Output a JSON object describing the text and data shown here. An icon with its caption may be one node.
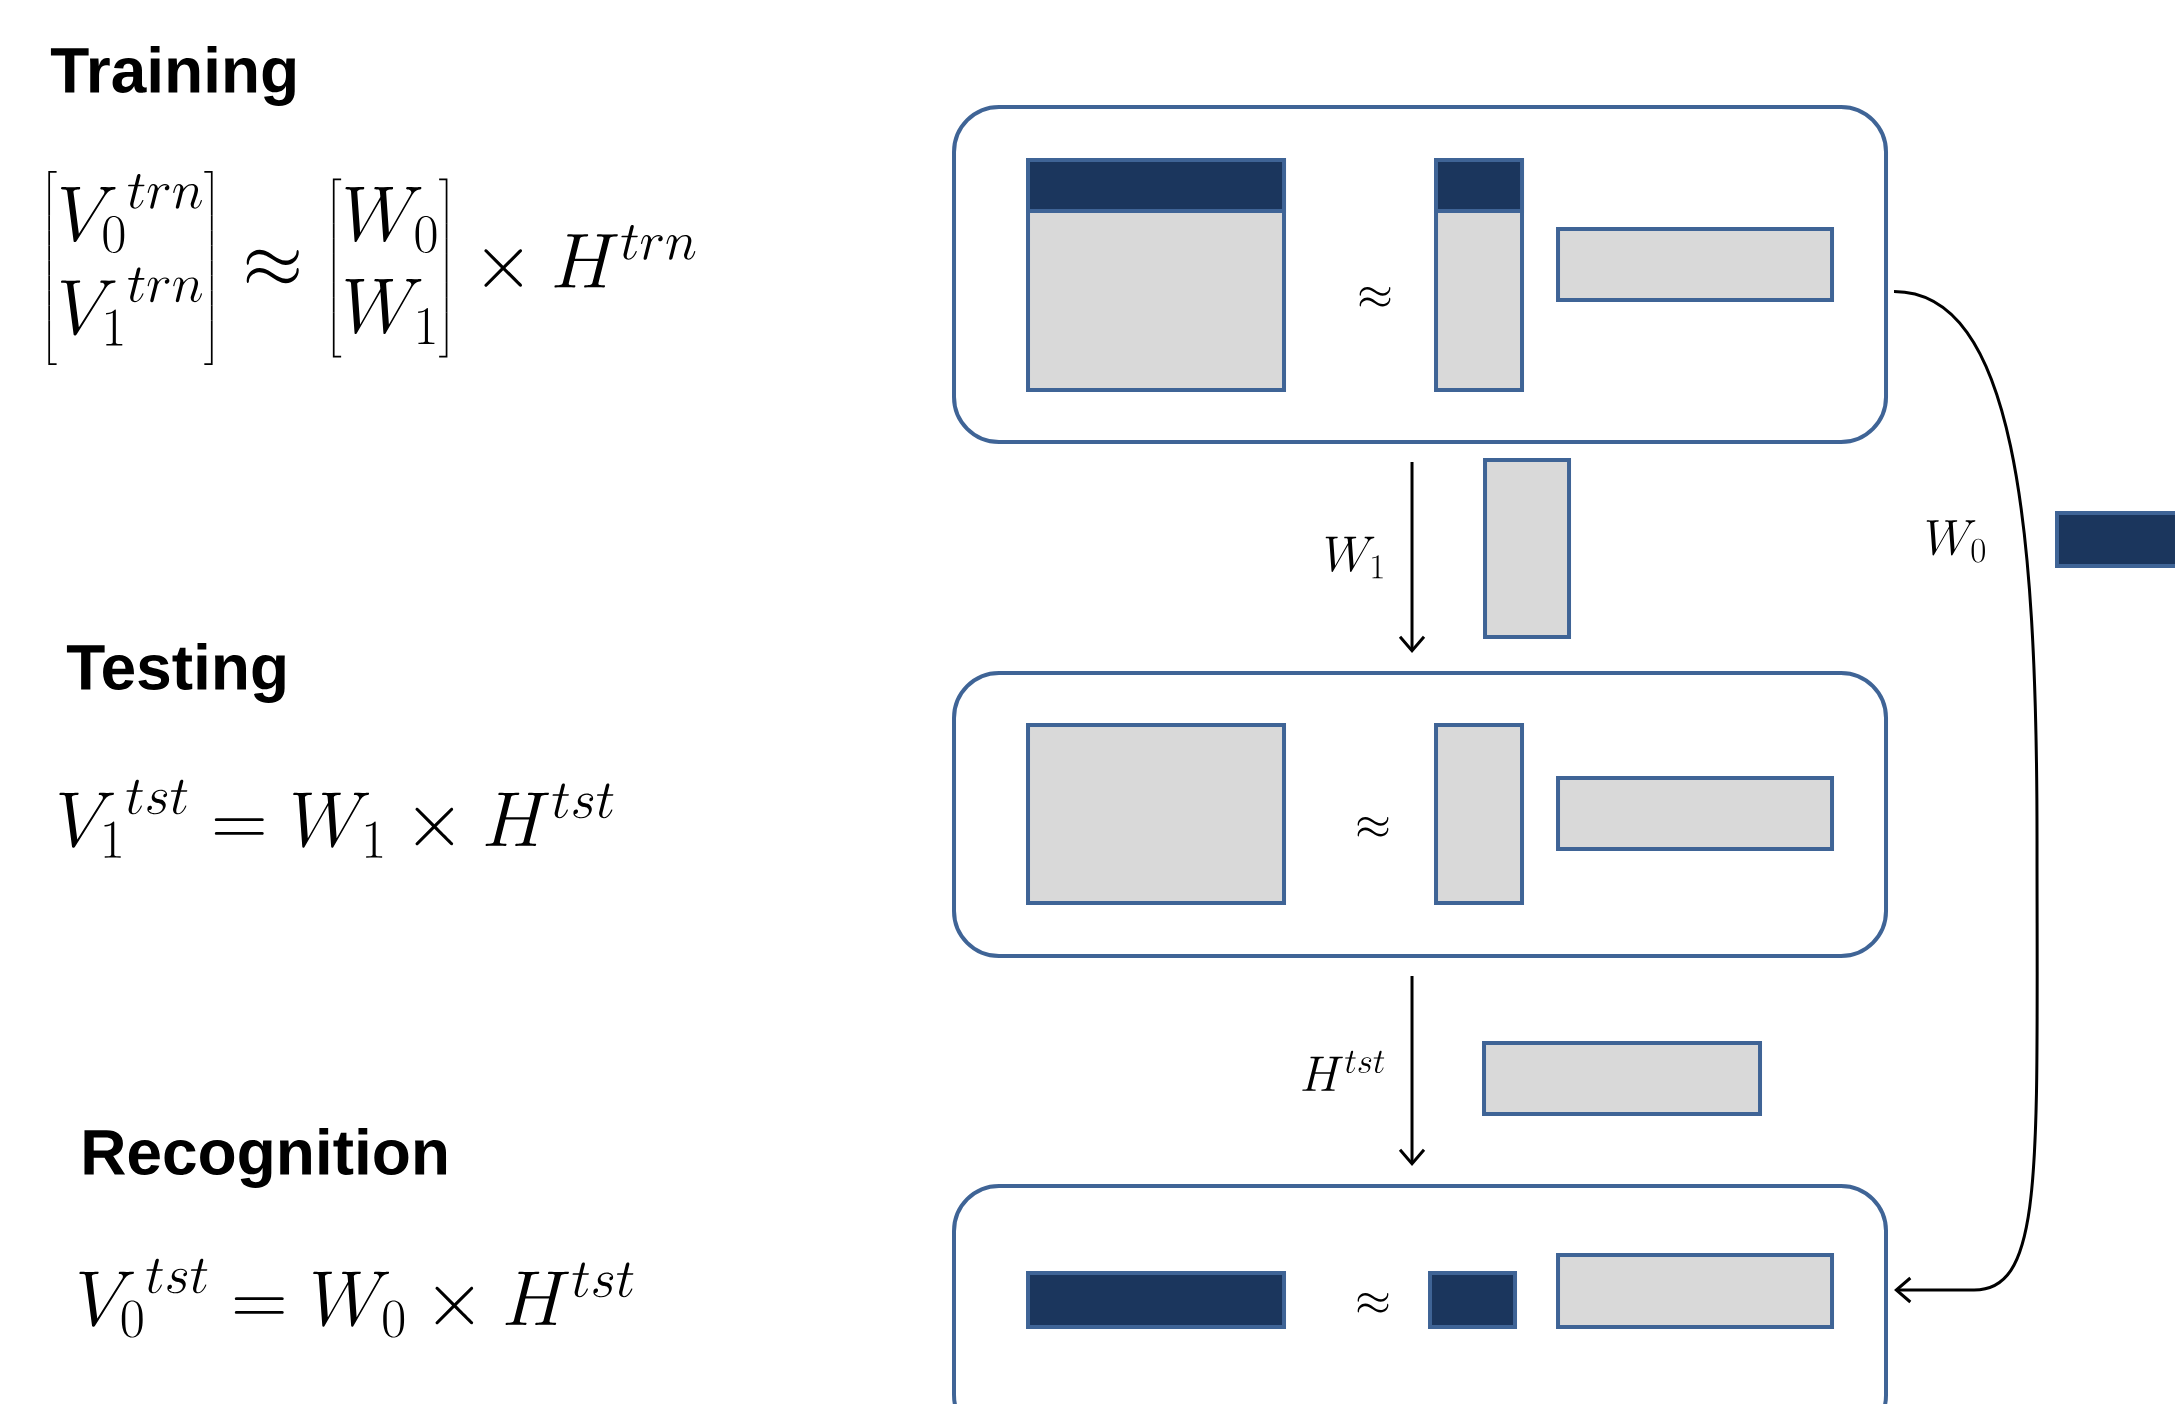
{
  "diagram": {
    "nodes": [
      {
        "text": [],
        "shape": "box"
      },
      {
        "text": [],
        "shape": "box"
      },
      {
        "text": [],
        "shape": "box"
      }
    ],
    "edges": [
      {
        "from": 0,
        "to": 1,
        "arrow": "to",
        "label": "W_1"
      },
      {
        "from": 1,
        "to": 2,
        "arrow": "to",
        "label": "H^{tst}"
      },
      {
        "from": 0,
        "to": 2,
        "arrow": "to",
        "label": "W_0"
      }
    ],
    "labels": [
      "Training",
      "\\begin{bmatrix}{V_0}^{trn}\\\\{V_1}^{trn}\\end{bmatrix}\\approx\\begin{bmatrix}W_0\\\\W_1\\end{bmatrix}\\times H^{trn}",
      "\\approx",
      "Testing",
      "{V_1}^{tst}=W_1\\times H^{tst}",
      "\\approx",
      "Recognition",
      "{V_0}^{tst}=W_0\\times H^{tst}",
      "\\approx"
    ]
  }
}
